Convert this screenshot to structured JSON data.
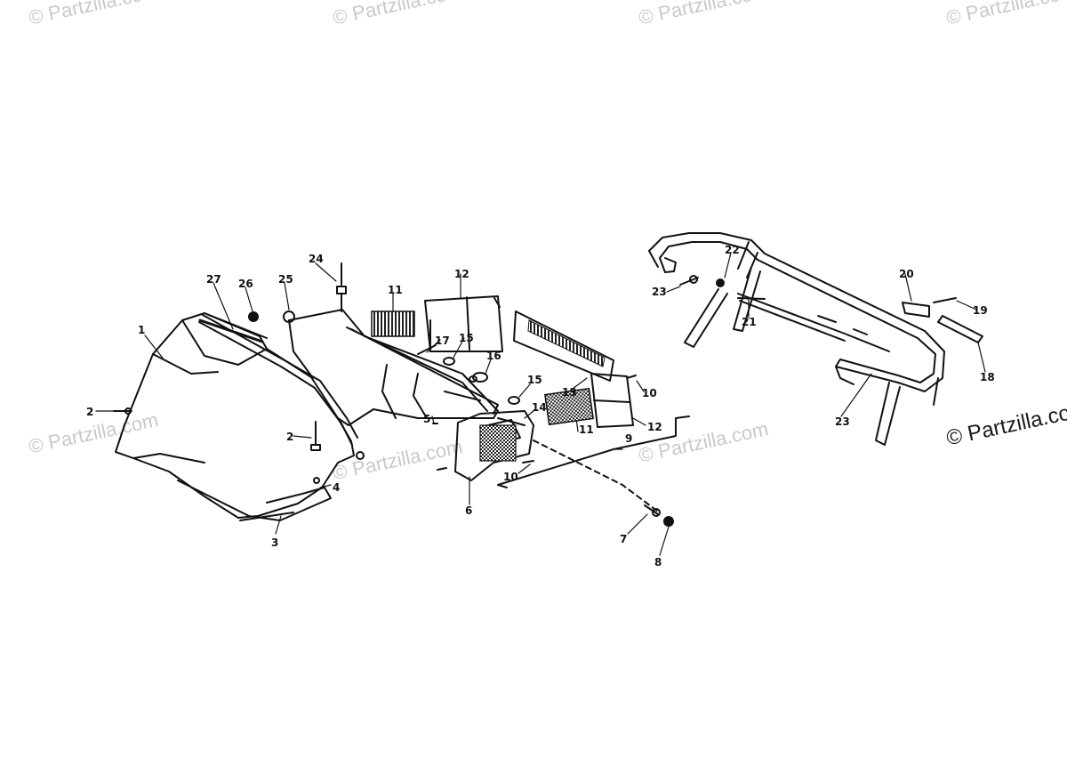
{
  "watermarks": {
    "text": "© Partzilla.com",
    "corner_text": "© Partzilla.com"
  },
  "callouts": [
    "1",
    "2",
    "2",
    "3",
    "4",
    "5",
    "6",
    "7",
    "8",
    "9",
    "10",
    "10",
    "11",
    "11",
    "12",
    "12",
    "13",
    "14",
    "15",
    "15",
    "16",
    "17",
    "18",
    "19",
    "20",
    "21",
    "22",
    "23",
    "23",
    "24",
    "25",
    "26",
    "27"
  ],
  "colors": {
    "line": "#111111",
    "watermark": "#c9c9c9",
    "hatch": "#222222"
  }
}
